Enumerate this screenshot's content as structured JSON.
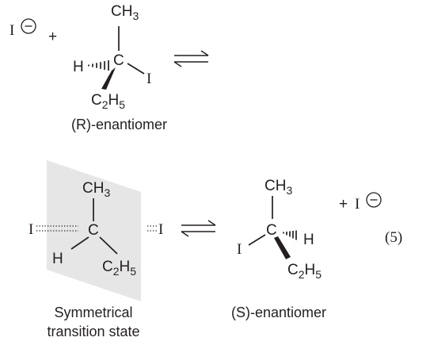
{
  "reaction": {
    "iodide_left": "I",
    "plus_left": "+",
    "iodide_right": "I",
    "plus_right": "+",
    "equation_number": "(5)"
  },
  "r_enantiomer": {
    "caption": "(R)-enantiomer",
    "ch3": "CH",
    "ch3_sub": "3",
    "center": "C",
    "hydrogen": "H",
    "iodine": "I",
    "ethyl": "C",
    "ethyl_sub1": "2",
    "ethyl_h": "H",
    "ethyl_sub2": "5"
  },
  "transition_state": {
    "caption_line1": "Symmetrical",
    "caption_line2": "transition state",
    "ch3": "CH",
    "ch3_sub": "3",
    "center": "C",
    "hydrogen": "H",
    "iodine_left": "I",
    "iodine_right": "I",
    "ethyl": "C",
    "ethyl_sub1": "2",
    "ethyl_h": "H",
    "ethyl_sub2": "5",
    "plane_color": "#e6e6e6"
  },
  "s_enantiomer": {
    "caption": "(S)-enantiomer",
    "ch3": "CH",
    "ch3_sub": "3",
    "center": "C",
    "hydrogen": "H",
    "iodine": "I",
    "ethyl": "C",
    "ethyl_sub1": "2",
    "ethyl_h": "H",
    "ethyl_sub2": "5"
  }
}
